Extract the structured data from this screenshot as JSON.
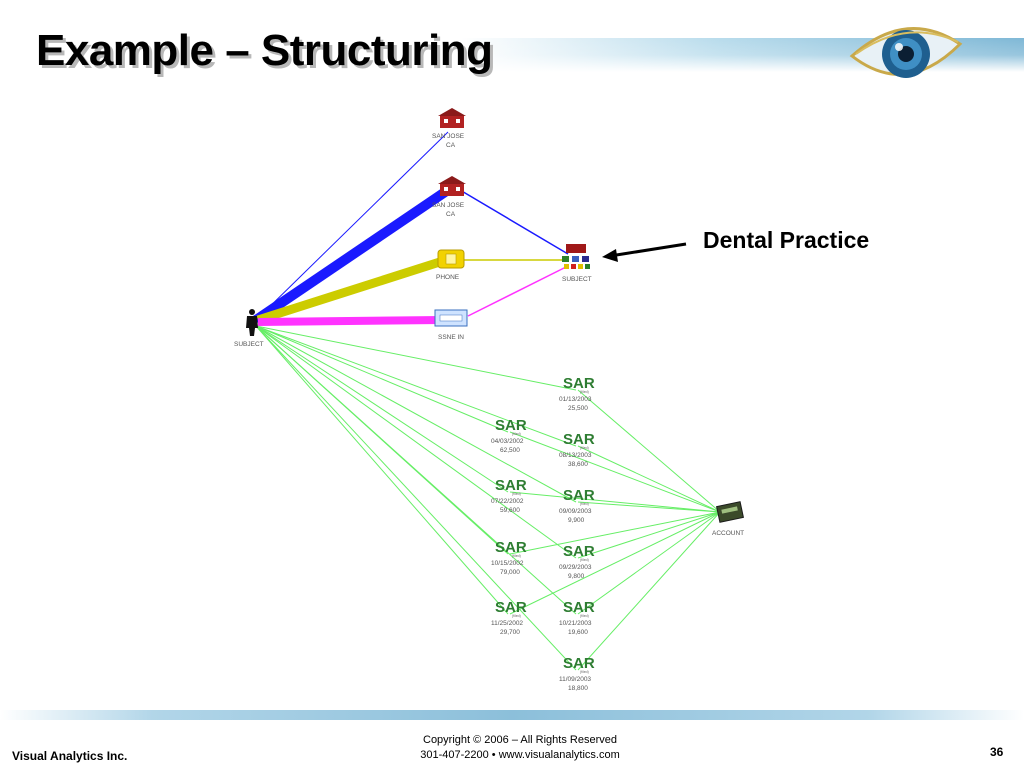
{
  "slide": {
    "title": "Example – Structuring",
    "annotation": "Dental Practice",
    "page_number": "36"
  },
  "footer": {
    "company": "Visual Analytics Inc.",
    "copyright": "Copyright © 2006 – All Rights Reserved",
    "contact": "301-407-2200  •  www.visualanalytics.com"
  },
  "colors": {
    "title_shadow": "#b8b8b8",
    "header_band": "#8fc3de",
    "link_blue": "#1a1aff",
    "link_yellow": "#cccc00",
    "link_magenta": "#ff33ff",
    "link_green": "#66ee66",
    "sar_green": "#2e7d32"
  },
  "diagram": {
    "nodes": {
      "subject_person": {
        "icon": "person-icon",
        "label": "SUBJECT"
      },
      "house_1": {
        "icon": "house-icon",
        "label_line1": "SAN JOSE",
        "label_line2": "CA"
      },
      "house_2": {
        "icon": "house-icon",
        "label_line1": "SAN JOSE",
        "label_line2": "CA"
      },
      "phone": {
        "icon": "phone-icon",
        "label": "PHONE"
      },
      "ssn": {
        "icon": "id-card-icon",
        "label": "SSNE IN"
      },
      "subject_org": {
        "icon": "organization-icon",
        "label": "SUBJECT"
      },
      "account": {
        "icon": "account-icon",
        "label": "ACCOUNT"
      }
    },
    "sar_icon_text": "SAR",
    "sar_icon_sub": "(filed)",
    "sars": [
      {
        "date": "01/13/2003",
        "amount": "25,500"
      },
      {
        "date": "04/03/2002",
        "amount": "62,500"
      },
      {
        "date": "08/13/2003",
        "amount": "38,600"
      },
      {
        "date": "07/22/2002",
        "amount": "59,600"
      },
      {
        "date": "09/09/2003",
        "amount": "9,900"
      },
      {
        "date": "10/15/2002",
        "amount": "79,000"
      },
      {
        "date": "09/29/2003",
        "amount": "9,800"
      },
      {
        "date": "11/25/2002",
        "amount": "29,700"
      },
      {
        "date": "10/21/2003",
        "amount": "19,600"
      },
      {
        "date": "11/09/2003",
        "amount": "18,800"
      }
    ]
  }
}
